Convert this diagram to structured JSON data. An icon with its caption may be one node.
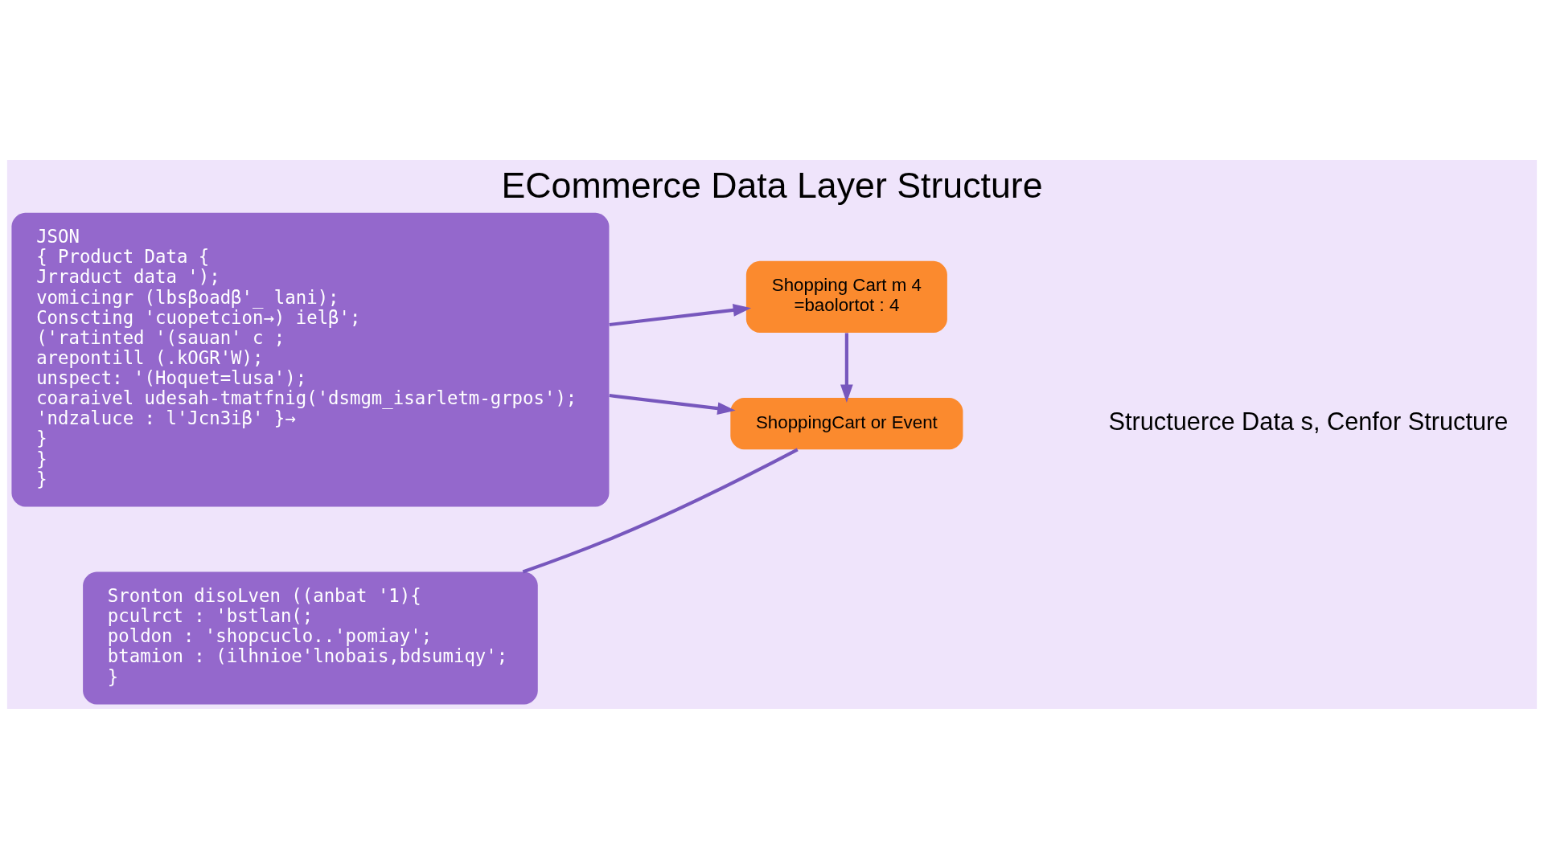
{
  "diagram": {
    "title": "ECommerce Data Layer Structure",
    "nodes": [
      {
        "text": [
          "JSON",
          "{ Product Data {",
          "Jrraduct data ');",
          "vomicingr (lbsβoadβ'_ lani);",
          "Conscting 'cuopetcion→) ielβ';",
          "('ratinted '(sauan' c ;",
          "arepontill (.kOGR'W);",
          "unspect: '(Hoquet=lusa');",
          "coaraivel udesah-tmatfnig('dsmgm_isarletm-grpos');",
          "'ndzaluce : l'Jcn3iβ' }→",
          "}",
          "}",
          "}"
        ]
      },
      {
        "text": [
          "Sronton disoLven ((anbat '1){",
          "pculrct : 'bstlan(;",
          "poldon : 'shopcuclo..'pomiay';",
          "btamion : (ilhnioe'lnobais,bdsumiqy';",
          "}"
        ]
      },
      {
        "text": [
          "Shopping Cart m 4",
          "=baolortot : 4"
        ]
      },
      {
        "text": [
          "ShoppingCart or Event"
        ]
      }
    ],
    "edges": [
      {
        "from": 0,
        "to": 2,
        "arrow": "to"
      },
      {
        "from": 0,
        "to": 3,
        "arrow": "to"
      },
      {
        "from": 2,
        "to": 3,
        "arrow": "to"
      },
      {
        "from": 3,
        "to": 1,
        "arrow": "none"
      }
    ],
    "labels": [
      "Structuerce Data s, Cenfor Structure"
    ]
  }
}
